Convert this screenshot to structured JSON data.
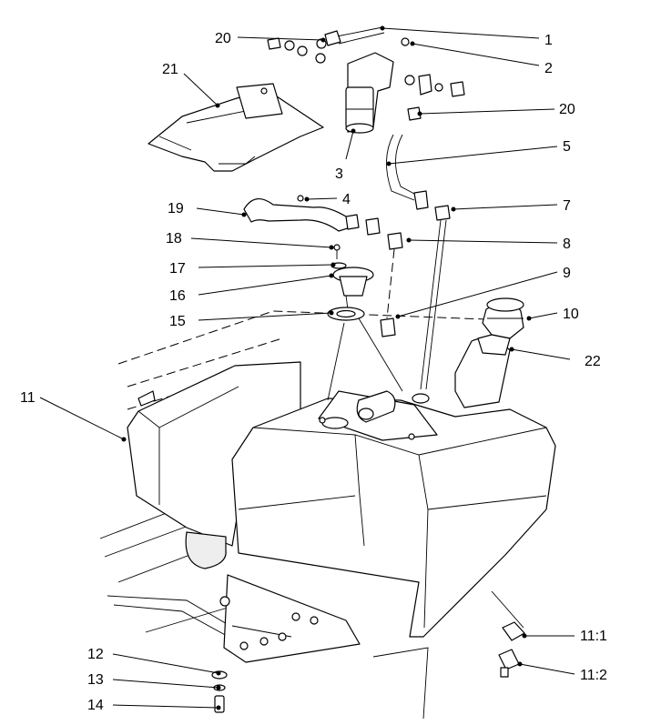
{
  "diagram": {
    "callouts": [
      {
        "id": "c1",
        "label": "1"
      },
      {
        "id": "c2",
        "label": "2"
      },
      {
        "id": "c3",
        "label": "3"
      },
      {
        "id": "c4",
        "label": "4"
      },
      {
        "id": "c5",
        "label": "5"
      },
      {
        "id": "c7",
        "label": "7"
      },
      {
        "id": "c8",
        "label": "8"
      },
      {
        "id": "c9",
        "label": "9"
      },
      {
        "id": "c10",
        "label": "10"
      },
      {
        "id": "c11",
        "label": "11"
      },
      {
        "id": "c11_1",
        "label": "11:1"
      },
      {
        "id": "c11_2",
        "label": "11:2"
      },
      {
        "id": "c12",
        "label": "12"
      },
      {
        "id": "c13",
        "label": "13"
      },
      {
        "id": "c14",
        "label": "14"
      },
      {
        "id": "c15",
        "label": "15"
      },
      {
        "id": "c16",
        "label": "16"
      },
      {
        "id": "c17",
        "label": "17"
      },
      {
        "id": "c18",
        "label": "18"
      },
      {
        "id": "c19",
        "label": "19"
      },
      {
        "id": "c20a",
        "label": "20"
      },
      {
        "id": "c20b",
        "label": "20"
      },
      {
        "id": "c21",
        "label": "21"
      },
      {
        "id": "c22",
        "label": "22"
      }
    ]
  }
}
